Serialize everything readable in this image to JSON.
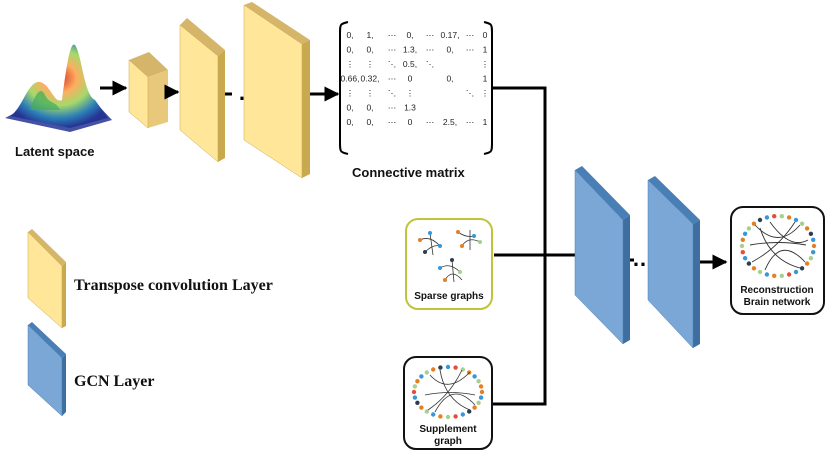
{
  "labels": {
    "latent_space": "Latent space",
    "connective_matrix": "Connective matrix",
    "sparse_graphs": "Sparse graphs",
    "supplement_graph_line1": "Supplement",
    "supplement_graph_line2": "graph",
    "reconstruction_line1": "Reconstruction",
    "reconstruction_line2": "Brain network"
  },
  "legend": {
    "transpose_conv": "Transpose convolution Layer",
    "gcn": "GCN Layer"
  },
  "ellipsis": "…",
  "matrix": {
    "rows": [
      [
        "0,",
        "1,",
        "⋯",
        "0,",
        "⋯",
        "0.17,",
        "⋯",
        "0"
      ],
      [
        "0,",
        "0,",
        "⋯",
        "1.3,",
        "⋯",
        "0,",
        "⋯",
        "1"
      ],
      [
        "⋮",
        "⋮",
        "⋱",
        "0.5,",
        "⋱",
        "",
        "",
        "⋮"
      ],
      [
        "0.66,",
        "0.32,",
        "⋯",
        "0",
        "",
        "0,",
        "",
        "1"
      ],
      [
        "⋮",
        "⋮",
        "⋱",
        "⋮",
        "",
        "",
        "⋱",
        "⋮"
      ],
      [
        "0,",
        "0,",
        "⋯",
        "1.3",
        "",
        "",
        "",
        ""
      ],
      [
        "0,",
        "0,",
        "⋯",
        "0",
        "⋯",
        "2.5,",
        "⋯",
        "1"
      ]
    ]
  },
  "colors": {
    "yellow_face": "#FFE699",
    "yellow_side": "#D4B56A",
    "blue_face": "#7BA7D6",
    "blue_side": "#4A7FB5",
    "sparse_border": "#BFC43A",
    "arrow": "#000000"
  }
}
